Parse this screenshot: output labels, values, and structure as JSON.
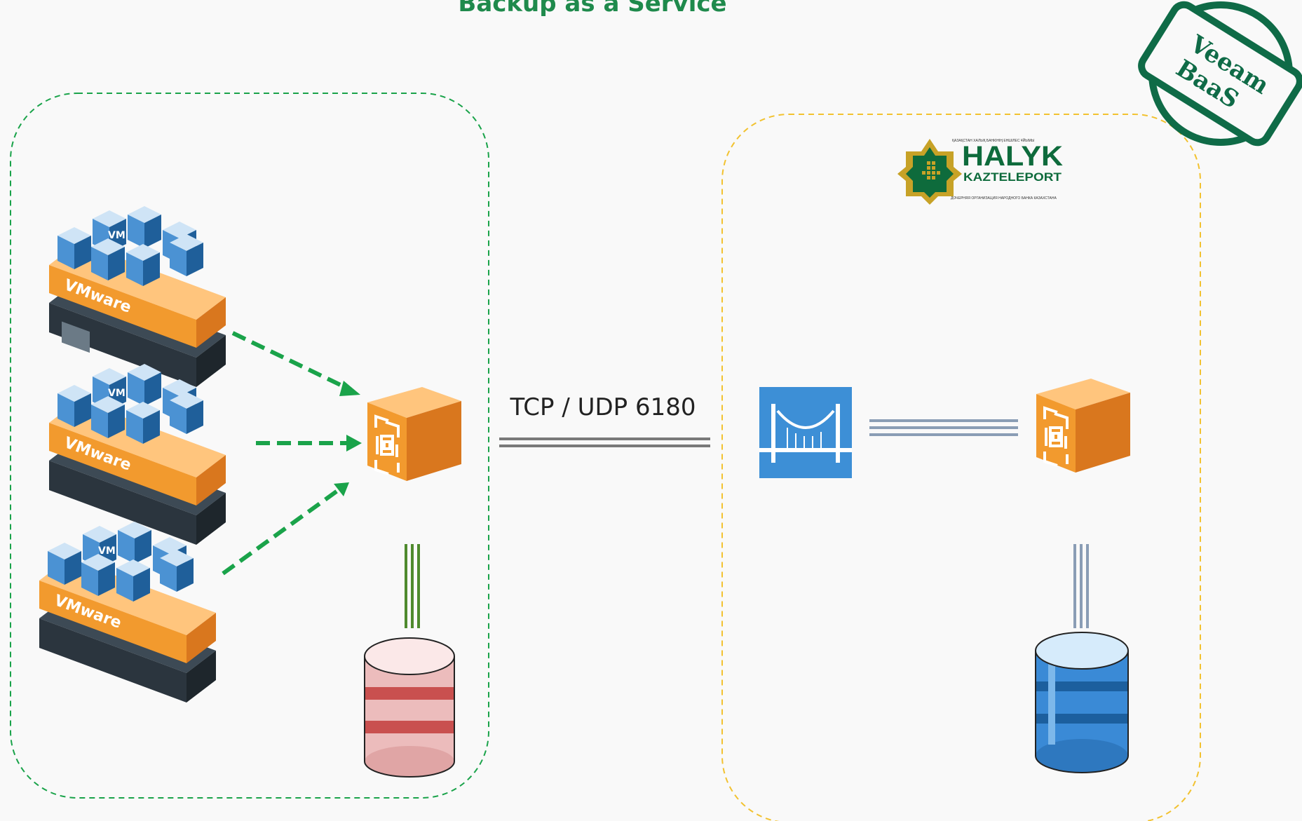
{
  "diagram": {
    "title": "Backup as a Service",
    "connection_label": "TCP / UDP 6180",
    "vm_label": "VM",
    "host_label": "VMware",
    "stamp_line1": "Veeam",
    "stamp_line2": "BaaS",
    "logo_main": "HALYK",
    "logo_sub": "KAZTELEPORT",
    "logo_top": "ҚАЗАҚСТАН ХАЛЫҚ БАНКІНІҢ ЕНШІЛЕС ҰЙЫМЫ",
    "logo_bottom": "ДОЧЕРНЯЯ ОРГАНИЗАЦИЯ НАРОДНОГО БАНКА КАЗАХСТАНА"
  },
  "colors": {
    "customer_zone": "#1aa34a",
    "provider_zone": "#f2c230",
    "arrow": "#1aa34a",
    "proxy_orange": "#f29a2e",
    "gateway_blue": "#3d8fd6",
    "stamp": "#0f6b47"
  },
  "icons": [
    "vmware-host-icon",
    "veeam-proxy-icon",
    "cloud-gateway-icon",
    "database-icon"
  ]
}
